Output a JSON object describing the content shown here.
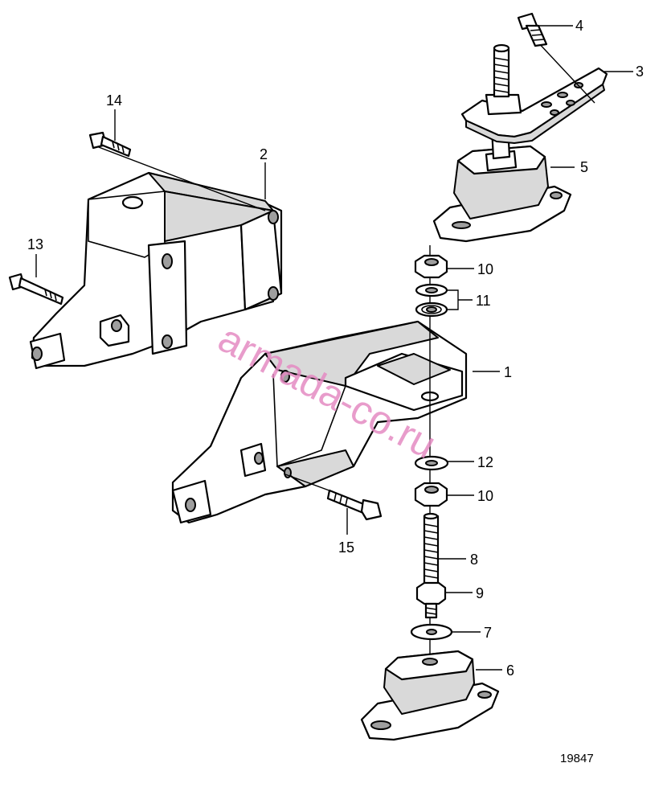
{
  "figure_id": "19847",
  "watermark": "armada-co.ru",
  "callouts": {
    "c1": "1",
    "c2": "2",
    "c3": "3",
    "c4": "4",
    "c5": "5",
    "c6": "6",
    "c7": "7",
    "c8": "8",
    "c9": "9",
    "c10a": "10",
    "c10b": "10",
    "c11": "11",
    "c12": "12",
    "c13": "13",
    "c14": "14",
    "c15": "15"
  }
}
